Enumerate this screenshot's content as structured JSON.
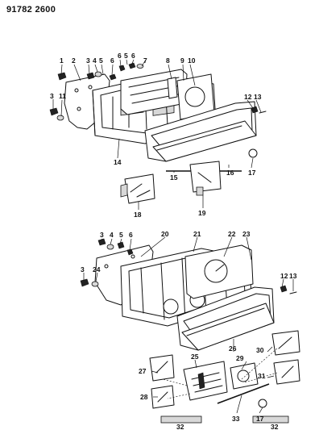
{
  "diagram_code": "91782 2600",
  "callouts": [
    "1",
    "2",
    "3",
    "4",
    "5",
    "6",
    "6",
    "5",
    "6",
    "7",
    "8",
    "9",
    "10",
    "3",
    "11",
    "12",
    "13",
    "14",
    "15",
    "16",
    "17",
    "18",
    "19",
    "3",
    "4",
    "5",
    "6",
    "20",
    "21",
    "22",
    "23",
    "3",
    "24",
    "12",
    "13",
    "25",
    "26",
    "27",
    "28",
    "29",
    "30",
    "31",
    "32",
    "33",
    "17",
    "32"
  ]
}
